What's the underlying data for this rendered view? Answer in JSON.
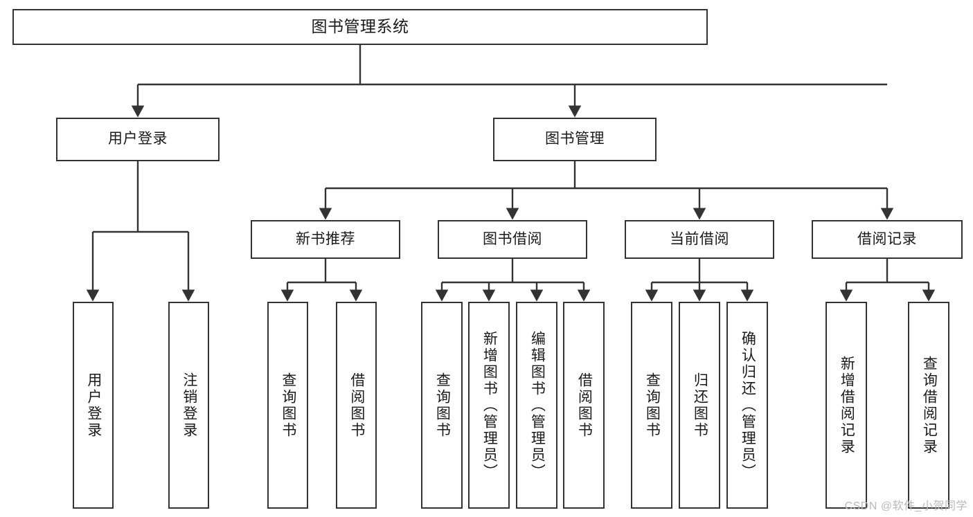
{
  "diagram": {
    "type": "tree-hierarchy",
    "title": "图书管理系统",
    "watermark": "CSDN @软件_小贺同学",
    "colors": {
      "box_border": "#333333",
      "box_fill": "#ffffff",
      "connector": "#333333",
      "text": "#1a1a1a",
      "watermark": "#b9b9b9"
    },
    "nodes": {
      "root": {
        "label": "图书管理系统"
      },
      "level2": [
        {
          "id": "user-login",
          "label": "用户登录"
        },
        {
          "id": "book-management",
          "label": "图书管理"
        }
      ],
      "level3": [
        {
          "id": "new-book-recommend",
          "label": "新书推荐"
        },
        {
          "id": "book-borrow",
          "label": "图书借阅"
        },
        {
          "id": "current-borrow",
          "label": "当前借阅"
        },
        {
          "id": "borrow-record",
          "label": "借阅记录"
        }
      ],
      "leaves": {
        "user_login": [
          {
            "id": "leaf-user-login",
            "label": "用户登录"
          },
          {
            "id": "leaf-logout-login",
            "label": "注销登录"
          }
        ],
        "new_book_recommend": [
          {
            "id": "leaf-query-book-1",
            "label": "查询图书"
          },
          {
            "id": "leaf-borrow-book-1",
            "label": "借阅图书"
          }
        ],
        "book_borrow": [
          {
            "id": "leaf-query-book-2",
            "label": "查询图书"
          },
          {
            "id": "leaf-add-book",
            "label": "新增图书（管理员）"
          },
          {
            "id": "leaf-edit-book",
            "label": "编辑图书（管理员）"
          },
          {
            "id": "leaf-borrow-book-2",
            "label": "借阅图书"
          }
        ],
        "current_borrow": [
          {
            "id": "leaf-query-book-3",
            "label": "查询图书"
          },
          {
            "id": "leaf-return-book",
            "label": "归还图书"
          },
          {
            "id": "leaf-confirm-return",
            "label": "确认归还（管理员）"
          }
        ],
        "borrow_record": [
          {
            "id": "leaf-add-record",
            "label": "新增借阅记录"
          },
          {
            "id": "leaf-query-record",
            "label": "查询借阅记录"
          }
        ]
      }
    }
  }
}
